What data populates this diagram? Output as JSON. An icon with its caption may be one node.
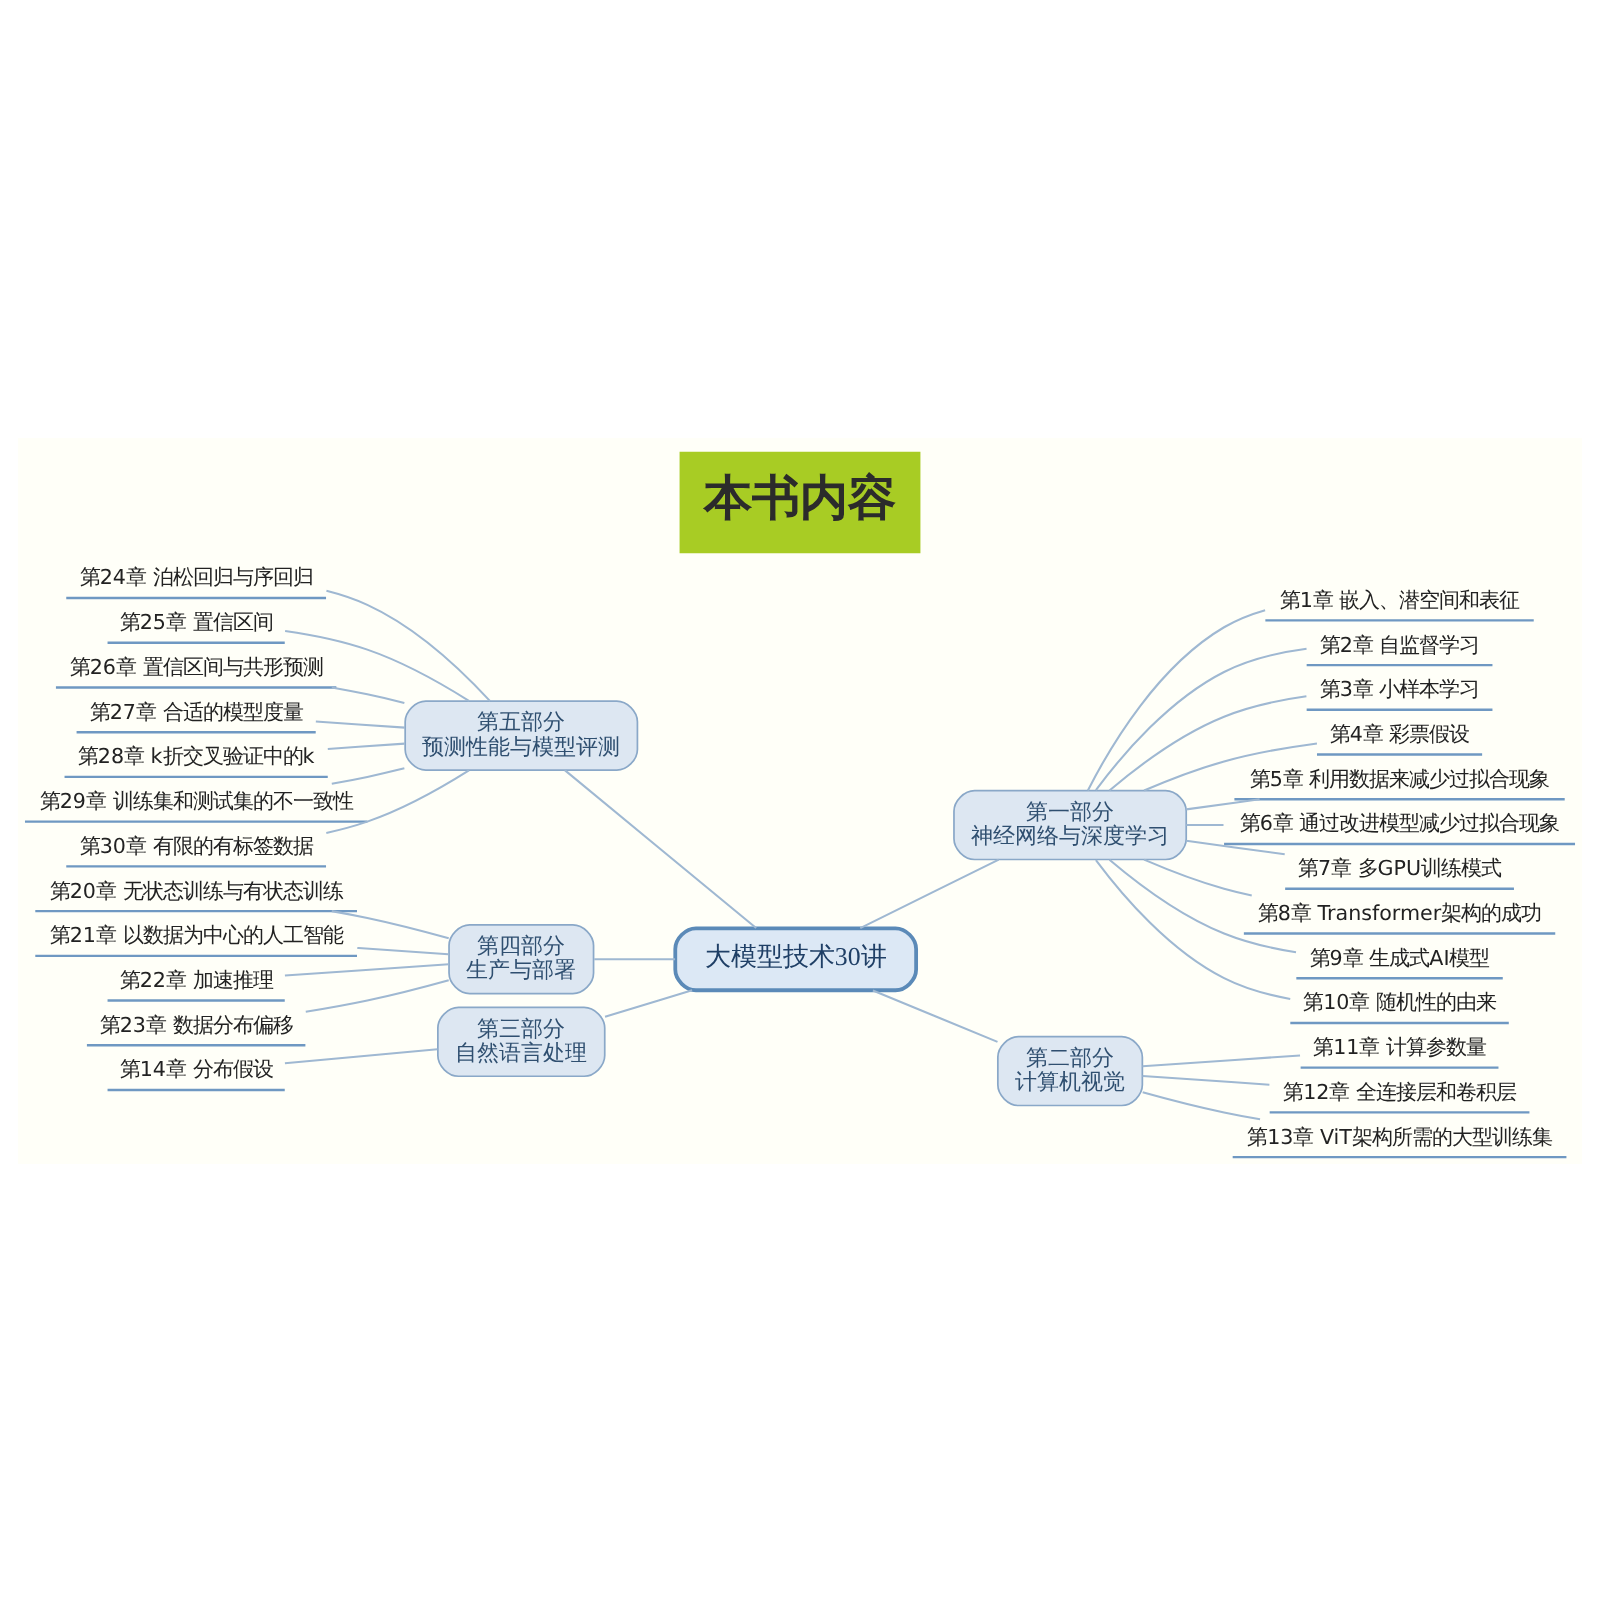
{
  "diagram": {
    "title": "本书内容",
    "nodes": [
      {
        "text": [
          "大模型技术30讲"
        ]
      },
      {
        "text": [
          "第五部分",
          "预测性能与模型评测"
        ]
      },
      {
        "text": [
          "第24章 泊松回归与序回归"
        ]
      },
      {
        "text": [
          "第25章 置信区间"
        ]
      },
      {
        "text": [
          "第26章 置信区间与共形预测"
        ]
      },
      {
        "text": [
          "第27章 合适的模型度量"
        ]
      },
      {
        "text": [
          "第28章 k折交叉验证中的k"
        ]
      },
      {
        "text": [
          "第29章 训练集和测试集的不一致性"
        ]
      },
      {
        "text": [
          "第30章 有限的有标签数据"
        ]
      },
      {
        "text": [
          "第四部分",
          "生产与部署"
        ]
      },
      {
        "text": [
          "第20章 无状态训练与有状态训练"
        ]
      },
      {
        "text": [
          "第21章 以数据为中心的人工智能"
        ]
      },
      {
        "text": [
          "第22章 加速推理"
        ]
      },
      {
        "text": [
          "第23章 数据分布偏移"
        ]
      },
      {
        "text": [
          "第三部分",
          "自然语言处理"
        ]
      },
      {
        "text": [
          "第14章 分布假设"
        ]
      },
      {
        "text": [
          "第一部分",
          "神经网络与深度学习"
        ]
      },
      {
        "text": [
          "第1章 嵌入、潜空间和表征"
        ]
      },
      {
        "text": [
          "第2章 自监督学习"
        ]
      },
      {
        "text": [
          "第3章 小样本学习"
        ]
      },
      {
        "text": [
          "第4章 彩票假设"
        ]
      },
      {
        "text": [
          "第5章 利用数据来减少过拟合现象"
        ]
      },
      {
        "text": [
          "第6章 通过改进模型减少过拟合现象"
        ]
      },
      {
        "text": [
          "第7章 多GPU训练模式"
        ]
      },
      {
        "text": [
          "第8章 Transformer架构的成功"
        ]
      },
      {
        "text": [
          "第9章 生成式AI模型"
        ]
      },
      {
        "text": [
          "第10章 随机性的由来"
        ]
      },
      {
        "text": [
          "第二部分",
          "计算机视觉"
        ]
      },
      {
        "text": [
          "第11章 计算参数量"
        ]
      },
      {
        "text": [
          "第12章 全连接层和卷积层"
        ]
      },
      {
        "text": [
          "第13章 ViT架构所需的大型训练集"
        ]
      }
    ],
    "edges": [
      {
        "from": 2,
        "to": 1,
        "arrow": "none"
      },
      {
        "from": 3,
        "to": 1,
        "arrow": "none"
      },
      {
        "from": 4,
        "to": 1,
        "arrow": "none"
      },
      {
        "from": 5,
        "to": 1,
        "arrow": "none"
      },
      {
        "from": 6,
        "to": 1,
        "arrow": "none"
      },
      {
        "from": 7,
        "to": 1,
        "arrow": "none"
      },
      {
        "from": 8,
        "to": 1,
        "arrow": "none"
      },
      {
        "from": 1,
        "to": 0,
        "arrow": "none"
      },
      {
        "from": 10,
        "to": 9,
        "arrow": "none"
      },
      {
        "from": 11,
        "to": 9,
        "arrow": "none"
      },
      {
        "from": 12,
        "to": 9,
        "arrow": "none"
      },
      {
        "from": 13,
        "to": 9,
        "arrow": "none"
      },
      {
        "from": 9,
        "to": 0,
        "arrow": "none"
      },
      {
        "from": 15,
        "to": 14,
        "arrow": "none"
      },
      {
        "from": 14,
        "to": 0,
        "arrow": "none"
      },
      {
        "from": 0,
        "to": 16,
        "arrow": "none"
      },
      {
        "from": 16,
        "to": 17,
        "arrow": "none"
      },
      {
        "from": 16,
        "to": 18,
        "arrow": "none"
      },
      {
        "from": 16,
        "to": 19,
        "arrow": "none"
      },
      {
        "from": 16,
        "to": 20,
        "arrow": "none"
      },
      {
        "from": 16,
        "to": 21,
        "arrow": "none"
      },
      {
        "from": 16,
        "to": 22,
        "arrow": "none"
      },
      {
        "from": 16,
        "to": 23,
        "arrow": "none"
      },
      {
        "from": 16,
        "to": 24,
        "arrow": "none"
      },
      {
        "from": 16,
        "to": 25,
        "arrow": "none"
      },
      {
        "from": 16,
        "to": 26,
        "arrow": "none"
      },
      {
        "from": 0,
        "to": 27,
        "arrow": "none"
      },
      {
        "from": 27,
        "to": 28,
        "arrow": "none"
      },
      {
        "from": 27,
        "to": 29,
        "arrow": "none"
      },
      {
        "from": 27,
        "to": 30,
        "arrow": "none"
      }
    ]
  }
}
